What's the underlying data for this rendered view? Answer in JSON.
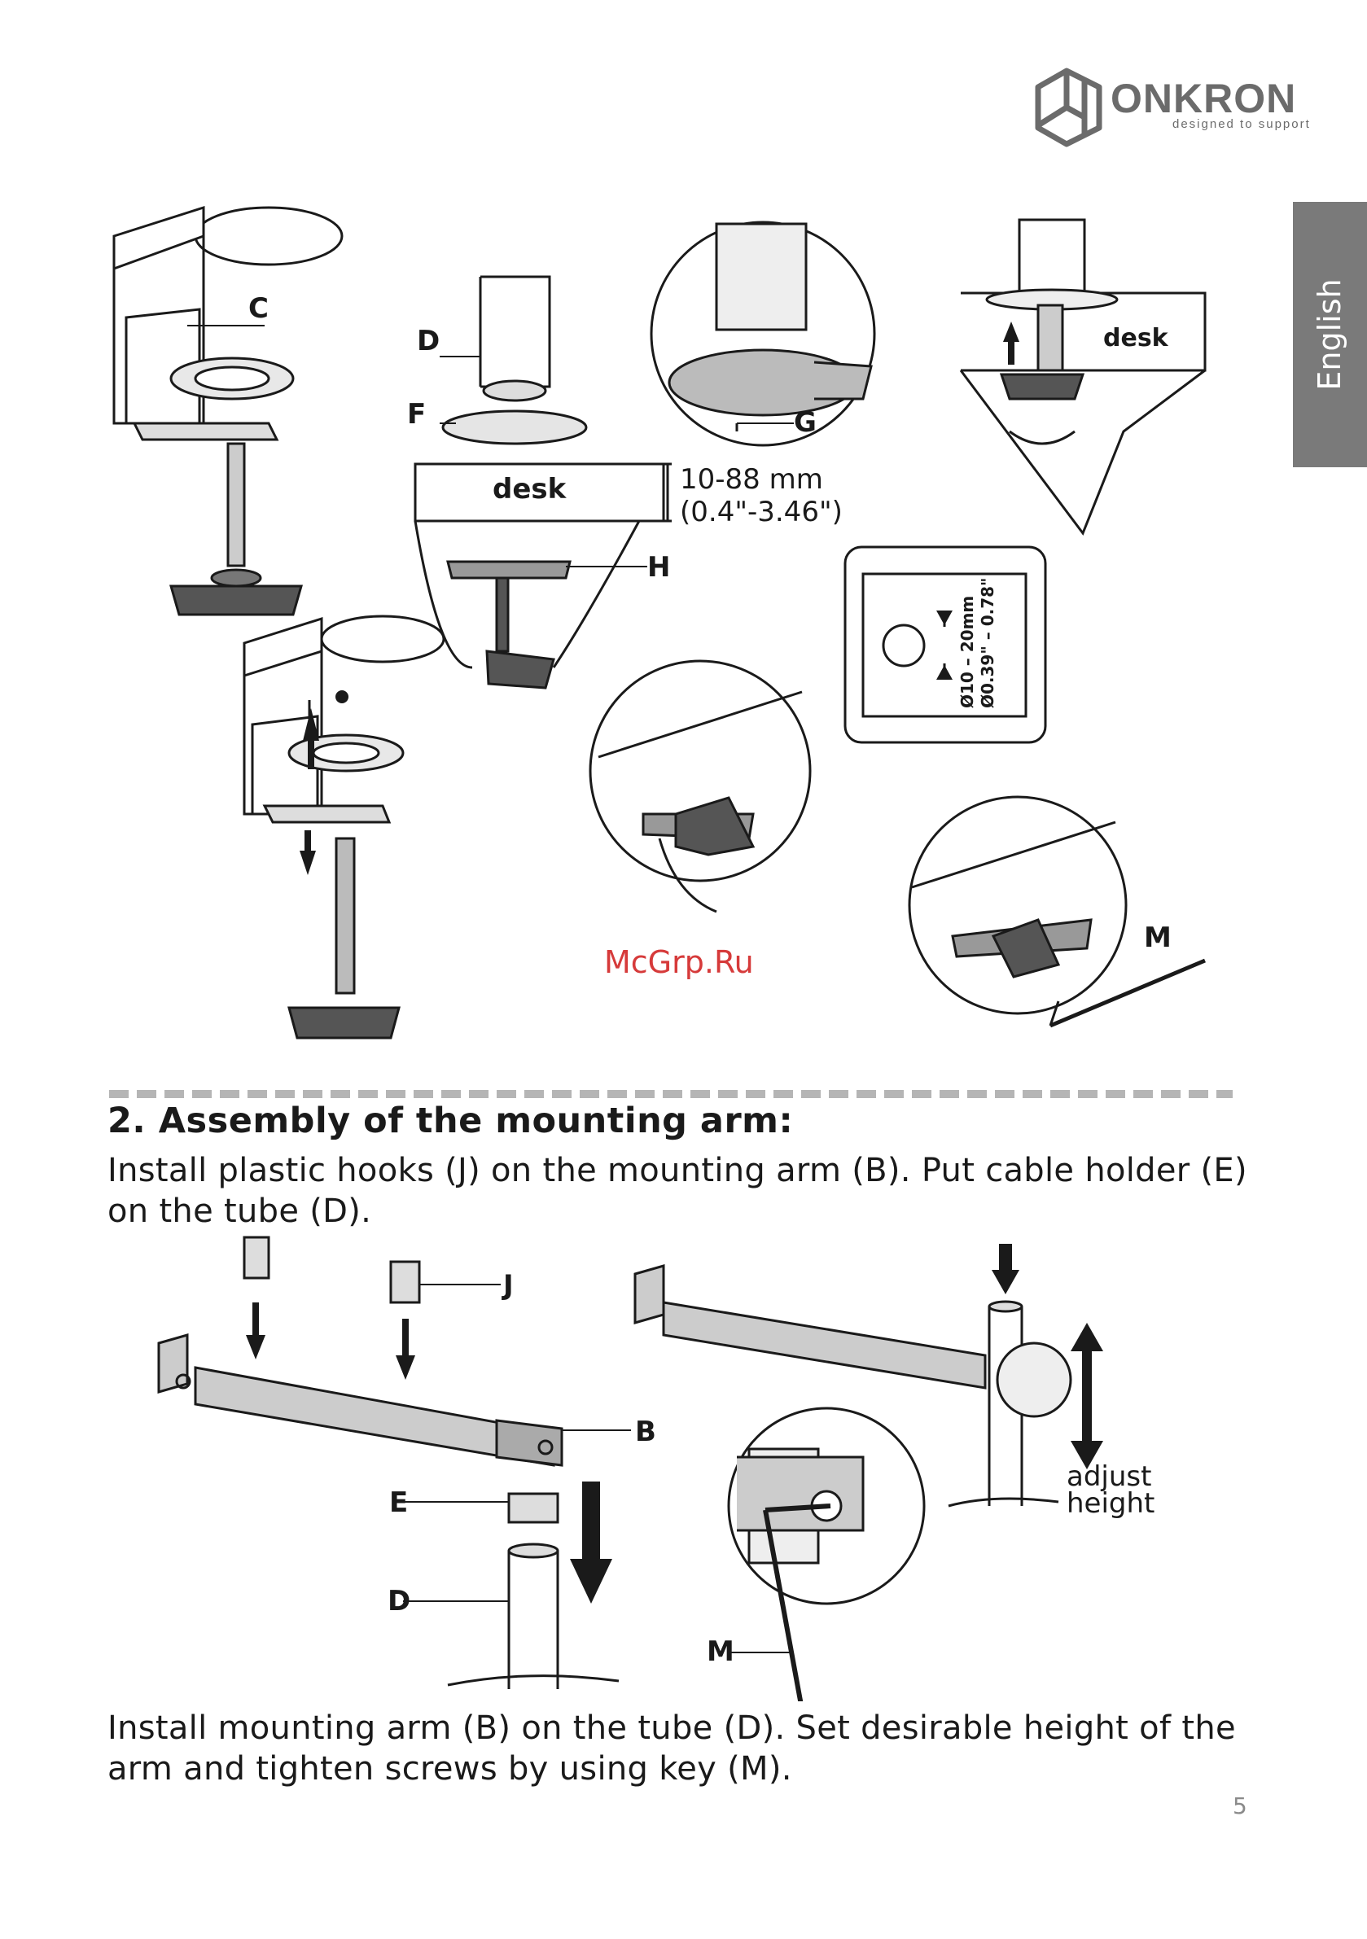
{
  "brand": {
    "name": "ONKRON",
    "tagline": "designed to support"
  },
  "language_tab": "English",
  "figure_top": {
    "labels": {
      "c": "C",
      "d": "D",
      "f": "F",
      "g": "G",
      "h": "H",
      "m": "M"
    },
    "desk_label": "desk",
    "desk_label_2": "desk",
    "thickness_mm": "10-88 mm",
    "thickness_in": "(0.4\"-3.46\")",
    "hole_mm": "Ø10 – 20mm",
    "hole_in": "Ø0.39\" – 0.78\""
  },
  "watermark": "McGrp.Ru",
  "section": {
    "heading": "2. Assembly of the mounting arm:",
    "instruction_1": "Install plastic hooks (J) on the mounting arm (B). Put cable holder (E) on the tube (D).",
    "instruction_2": "Install mounting arm (B) on the tube (D). Set desirable height of the arm and tighten screws by using key (M)."
  },
  "figure_bottom": {
    "labels": {
      "j": "J",
      "b": "B",
      "e": "E",
      "d": "D",
      "m": "M"
    },
    "adjust_line1": "adjust",
    "adjust_line2": "height"
  },
  "page_number": "5"
}
